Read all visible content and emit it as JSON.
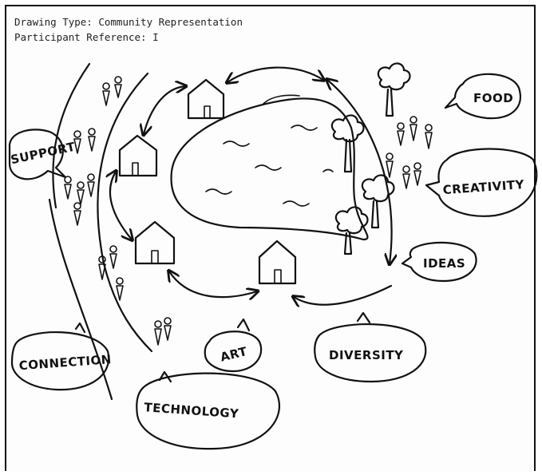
{
  "header": {
    "drawing_type": "Drawing Type: Community Representation",
    "participant": "Participant Reference: I"
  },
  "bubbles": {
    "support": "SUPPORT",
    "food": "FOOD",
    "creativity": "CREATIVITY",
    "ideas": "IDEAS",
    "connection": "CONNECTION",
    "art": "ART",
    "diversity": "DIVERSITY",
    "technology": "TECHNOLOGY"
  }
}
